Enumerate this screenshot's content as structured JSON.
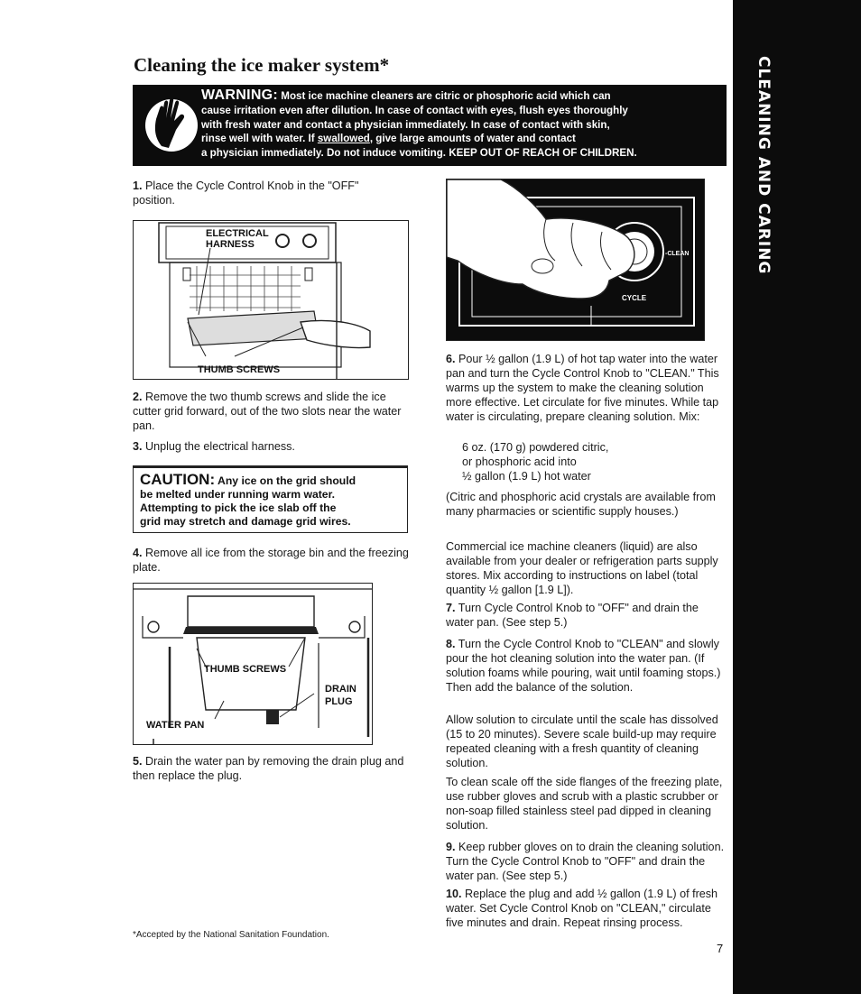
{
  "side_tab": {
    "label": "CLEANING AND CARING"
  },
  "title": "Cleaning the ice maker system*",
  "warning": {
    "label": "WARNING:",
    "line1": " Most ice machine cleaners are citric or phosphoric acid which can",
    "line2": "cause irritation even after dilution. In case of contact with eyes, flush eyes thoroughly",
    "line3": "with fresh water and contact a physician immediately. In case of contact with skin,",
    "line4a": "rinse well with water. If ",
    "line4u": "swallowed",
    "line4b": ", give large amounts of water and contact",
    "line5": "a physician immediately. Do not induce vomiting. KEEP OUT OF REACH OF CHILDREN."
  },
  "steps": {
    "s1": {
      "num": "1.",
      "text": " Place the Cycle Control Knob in the \"OFF\" position."
    },
    "s2": {
      "num": "2.",
      "text": " Remove the two thumb screws and slide the ice cutter grid forward, out of the two slots near the water pan."
    },
    "s3": {
      "num": "3.",
      "text": " Unplug the electrical harness."
    },
    "s4": {
      "num": "4.",
      "text": " Remove all ice from the storage bin and the freezing plate."
    },
    "s5": {
      "num": "5.",
      "text": " Drain the water pan by removing the drain plug and then replace the plug."
    },
    "s6": {
      "num": "6.",
      "text": " Pour ½ gallon (1.9 L) of hot tap water into the water pan and turn the Cycle Control Knob to \"CLEAN.\" This warms up the system to make the cleaning solution more effective. Let circulate for five minutes. While tap water is circulating, prepare cleaning solution. Mix:"
    },
    "s7": {
      "num": "7.",
      "text": " Turn Cycle Control Knob to \"OFF\" and drain the water pan. (See step 5.)"
    },
    "s8": {
      "num": "8.",
      "text": " Turn the Cycle Control Knob to \"CLEAN\" and slowly pour the hot cleaning solution into the water pan. (If solution foams while pouring, wait until foaming stops.) Then add the balance of the solution."
    },
    "s9": {
      "num": "9.",
      "text": " Keep rubber gloves on to drain the cleaning solution. Turn the Cycle Control Knob to \"OFF\" and drain the water pan. (See step 5.)"
    },
    "s10": {
      "num": "10.",
      "text": " Replace the plug and add ½ gallon (1.9 L) of fresh water. Set Cycle Control Knob on \"CLEAN,\" circulate five minutes and drain. Repeat rinsing process."
    }
  },
  "mix": {
    "line1": "6 oz. (170 g) powdered citric,",
    "line2": "or phosphoric acid into",
    "line3": "½ gallon (1.9 L) hot water"
  },
  "paragraphs": {
    "citric": "(Citric and phosphoric acid crystals are available from many pharmacies or scientific supply houses.)",
    "commercial": "Commercial ice machine cleaners (liquid) are also available from your dealer or refrigeration parts supply stores. Mix according to instructions on label (total quantity ½ gallon [1.9 L]).",
    "allow": "Allow solution to circulate until the scale has dissolved (15 to 20 minutes). Severe scale build-up may require repeated cleaning with a fresh quantity of cleaning solution.",
    "flanges": "To clean scale off the side flanges of the freezing plate, use rubber gloves and scrub with a plastic scrubber or non-soap filled stainless steel pad dipped in cleaning solution."
  },
  "caution": {
    "label": "CAUTION:",
    "line1": " Any ice on the grid should",
    "line2": "be melted under running warm water.",
    "line3": "Attempting to pick the ice slab off the",
    "line4": "grid may stretch and damage grid wires."
  },
  "figure1": {
    "label_electrical": "ELECTRICAL",
    "label_harness": "HARNESS",
    "label_thumb": "THUMB SCREWS"
  },
  "figure2": {
    "label_thumb": "THUMB SCREWS",
    "label_drain": "DRAIN",
    "label_plug": "PLUG",
    "label_water_pan": "WATER PAN"
  },
  "knob_figure": {
    "label_clean": "-CLEAN",
    "label_cycle": "CYCLE"
  },
  "footnote": "*Accepted by the National Sanitation Foundation.",
  "page_number": "7"
}
